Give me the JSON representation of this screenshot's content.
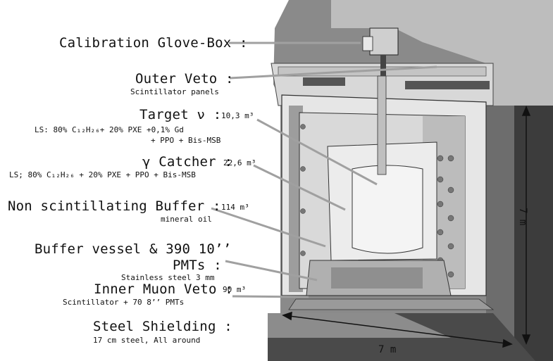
{
  "labels": {
    "glovebox": {
      "title": "Calibration Glove-Box :"
    },
    "outer_veto": {
      "title": "Outer Veto :",
      "sub": "Scintillator panels"
    },
    "target": {
      "title": "Target ν :",
      "volume": "10,3 m³",
      "sub1": "LS: 80% C₁₂H₂₆+ 20% PXE +0,1% Gd",
      "sub2": "+ PPO + Bis-MSB"
    },
    "gamma_catcher": {
      "title": "γ Catcher :",
      "volume": "22,6 m³",
      "sub": "LS; 80% C₁₂H₂₆ + 20% PXE + PPO + Bis-MSB"
    },
    "buffer": {
      "title": "Non scintillating Buffer :",
      "volume": "114 m³",
      "sub": "mineral oil"
    },
    "buffer_vessel": {
      "title1": "Buffer vessel & 390 10’’",
      "title2": "PMTs :",
      "sub": "Stainless steel 3 mm"
    },
    "inner_veto": {
      "title": "Inner Muon Veto :",
      "volume": "90 m³",
      "sub": "Scintillator + 70 8’’ PMTs"
    },
    "steel": {
      "title": "Steel Shielding :",
      "sub": "17 cm steel, All around"
    }
  },
  "dimensions": {
    "height": "7 m",
    "width": "7 m"
  }
}
